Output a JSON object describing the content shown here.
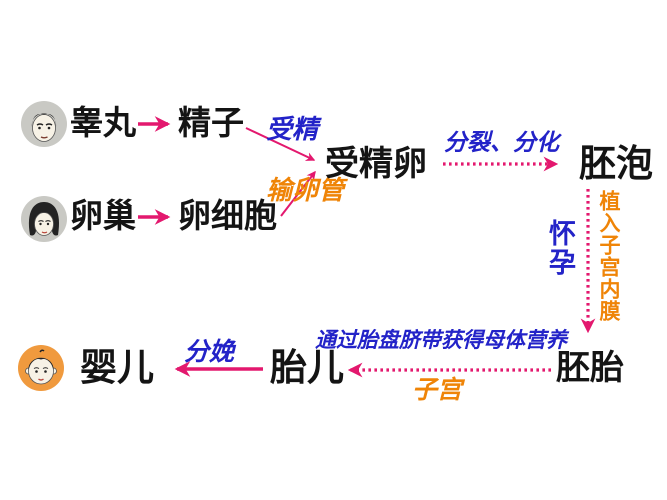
{
  "diagram": {
    "name": "human-reproduction-flow-diagram",
    "nodes": {
      "testis": {
        "label": "睾丸"
      },
      "sperm": {
        "label": "精子"
      },
      "ovary": {
        "label": "卵巢"
      },
      "egg_cell": {
        "label": "卵细胞"
      },
      "fertilized_egg": {
        "label": "受精卵"
      },
      "blastocyst": {
        "label": "胚泡"
      },
      "embryo": {
        "label": "胚胎"
      },
      "fetus": {
        "label": "胎儿"
      },
      "baby": {
        "label": "婴儿"
      }
    },
    "process_labels": {
      "fertilization": "受精",
      "division_differentiation": "分裂、分化",
      "pregnancy": "怀孕",
      "maternal_nutrition": "通过胎盘脐带获得母体营养",
      "delivery": "分娩"
    },
    "location_labels": {
      "oviduct": "输卵管",
      "implant_uterine_lining": "植入子宫内膜",
      "uterus": "子宫"
    },
    "icons": {
      "man": "man-face-icon",
      "woman": "woman-face-icon",
      "baby": "baby-face-icon"
    },
    "colors": {
      "node_text": "#141414",
      "process_text": "#2323c8",
      "location_text": "#ef8407",
      "arrow": "#e3186e",
      "adult_icon_bg": "#c9c9c4",
      "baby_icon_bg": "#f09a3e"
    }
  }
}
